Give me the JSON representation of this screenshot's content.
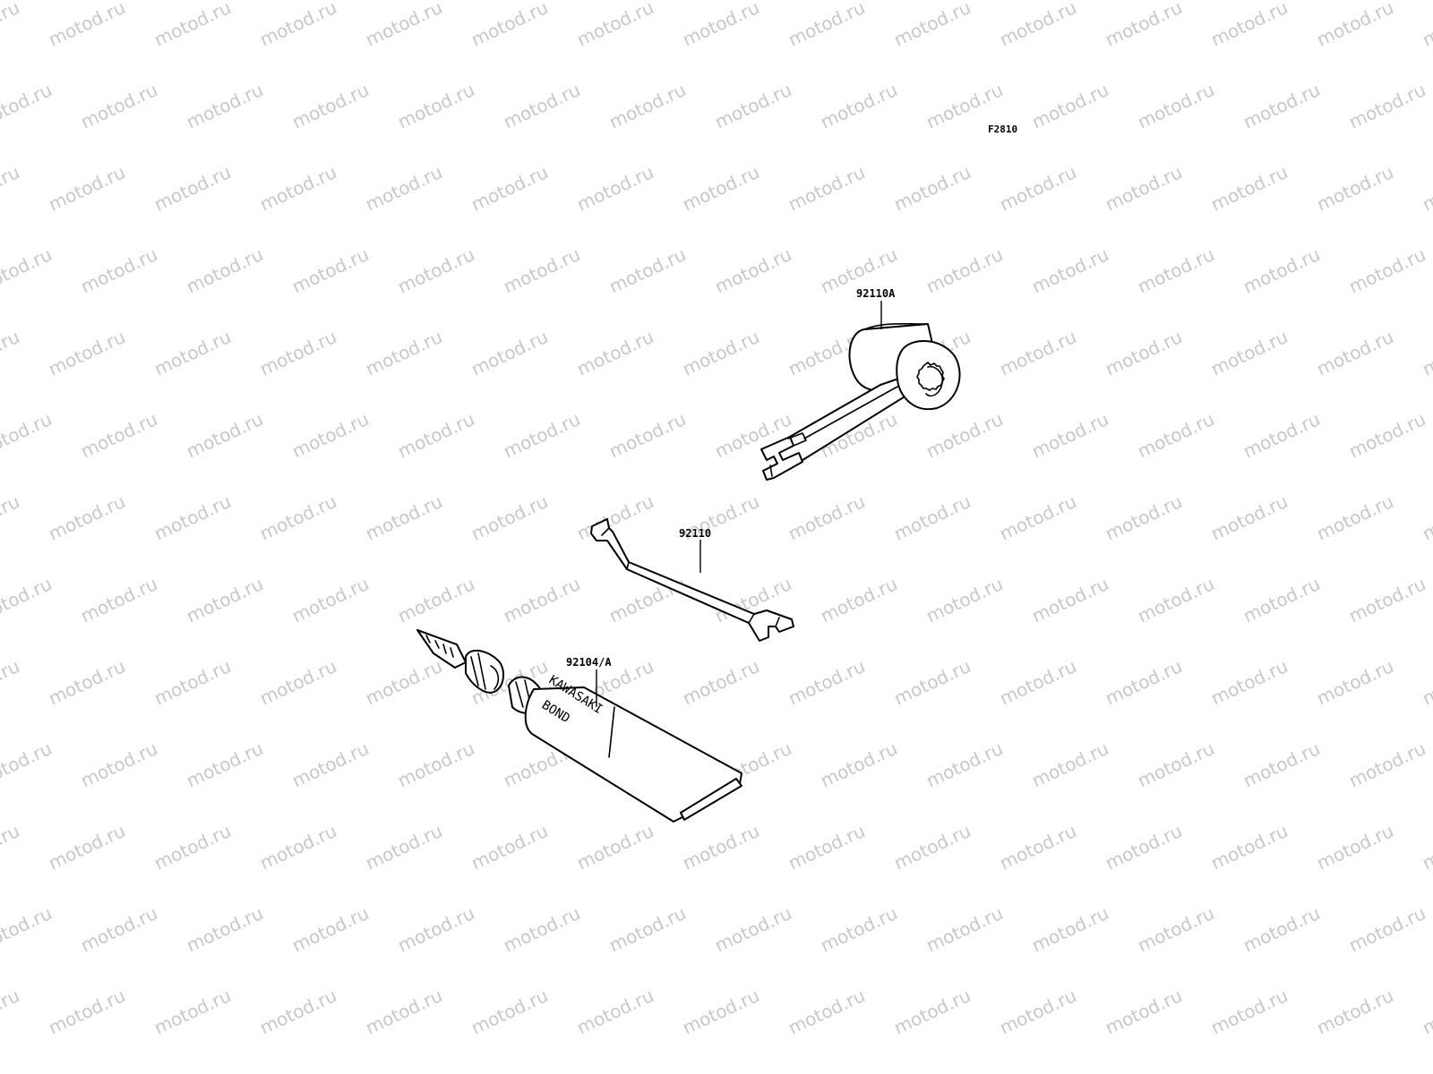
{
  "diagram": {
    "figure_code": "F2810",
    "watermark_text": "motod.ru",
    "colors": {
      "background": "#ffffff",
      "ink": "#000000",
      "watermark": "#c8c8c8"
    },
    "parts": [
      {
        "id": "spanner",
        "label": "92110A"
      },
      {
        "id": "wrench",
        "label": "92110"
      },
      {
        "id": "bond-tube",
        "label": "92104/A",
        "tube_text_1": "KAWASAKI",
        "tube_text_2": "BOND"
      }
    ]
  }
}
